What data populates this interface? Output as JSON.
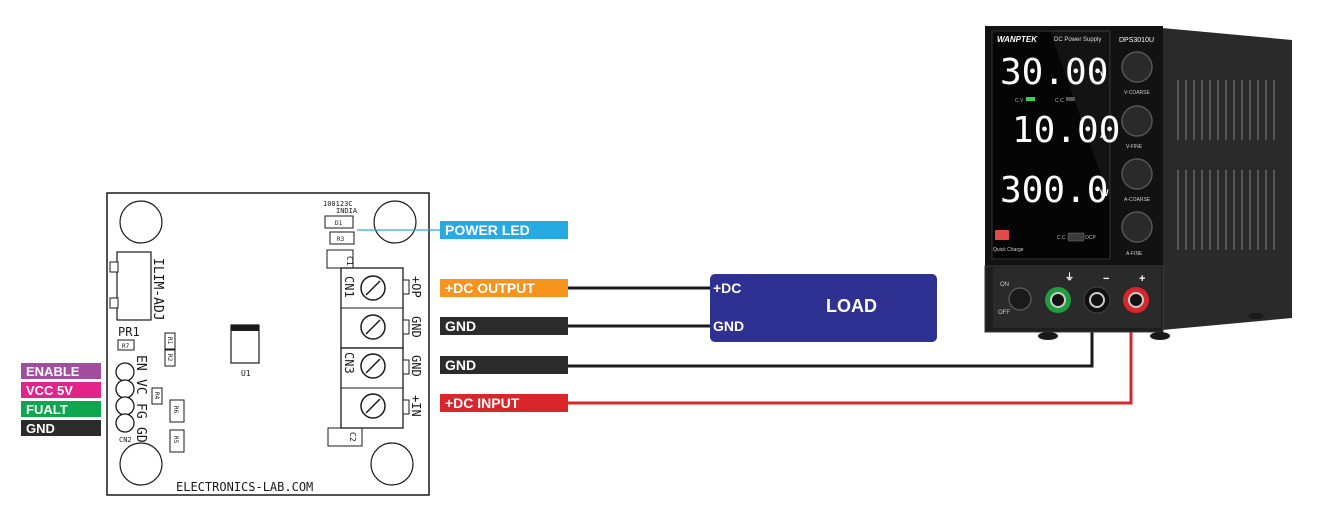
{
  "board": {
    "brand": "ELECTRONICS-LAB.COM",
    "code": "100123C",
    "country": "INDIA",
    "refs": {
      "ilim": "ILIM-ADJ",
      "pr1": "PR1",
      "u1": "U1",
      "c1": "C1",
      "c2": "C2",
      "cn1": "CN1",
      "cn2": "CN2",
      "cn3": "CN3",
      "r1": "R1",
      "r2": "R2",
      "r3": "R3",
      "r4": "R4",
      "r5": "R5",
      "r6": "R6",
      "r7": "R7",
      "d1": "D1"
    },
    "pins": {
      "op": "+OP",
      "gnd_a": "GND",
      "gnd_b": "GND",
      "in": "+IN"
    },
    "cn2_pins": [
      "EN",
      "VC",
      "FG",
      "GD"
    ]
  },
  "labels": {
    "left": [
      {
        "text": "ENABLE",
        "color": "#a24ea0"
      },
      {
        "text": "VCC 5V",
        "color": "#e2238a"
      },
      {
        "text": "FUALT",
        "color": "#10a650"
      },
      {
        "text": "GND",
        "color": "#2b2b2b"
      }
    ],
    "power_led": {
      "text": "POWER LED",
      "color": "#27a9e1"
    },
    "dc_output": {
      "text": "+DC OUTPUT",
      "color": "#f7941d"
    },
    "gnd_out": {
      "text": "GND",
      "color": "#2b2b2b"
    },
    "gnd_in": {
      "text": "GND",
      "color": "#2b2b2b"
    },
    "dc_input": {
      "text": "+DC INPUT",
      "color": "#d9262b"
    }
  },
  "load": {
    "title": "LOAD",
    "pos": "+DC",
    "neg": "GND",
    "color": "#2e3092"
  },
  "psu": {
    "brand": "WANPTEK",
    "type": "DC Power Supply",
    "model": "DPS3010U",
    "voltage": "30.00",
    "voltage_unit": "V",
    "current": "10.00",
    "current_unit": "A",
    "power": "300.0",
    "power_unit": "W",
    "cv": "C.V",
    "cc": "C.C",
    "knobs": [
      "V-COARSE",
      "V-FINE",
      "A-COARSE",
      "A-FINE"
    ],
    "ocp_on": "C.C",
    "ocp_off": "OCP",
    "usb_label": "Quick Charge",
    "switch_on": "ON",
    "switch_off": "OFF",
    "terminals": [
      "⏚",
      "−",
      "+"
    ]
  },
  "colors": {
    "wire_black": "#1a1a1a",
    "wire_red": "#d9262b",
    "wire_blue": "#27a9e1"
  }
}
